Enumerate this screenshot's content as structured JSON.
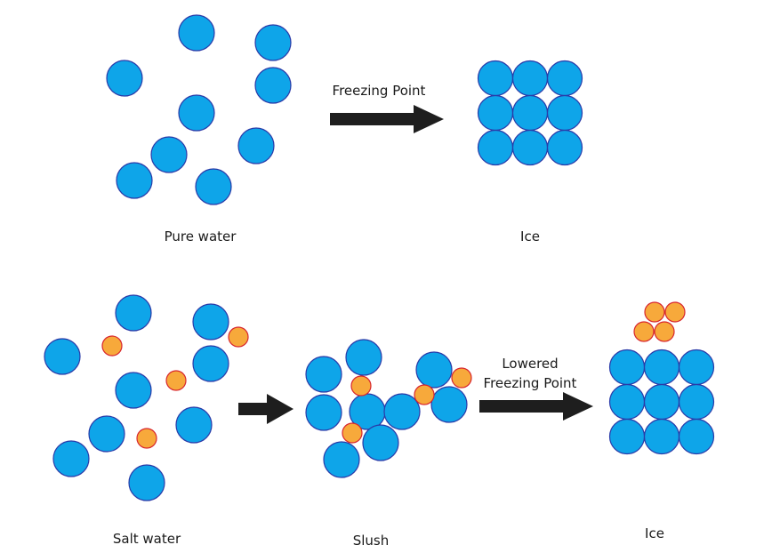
{
  "colors": {
    "water_fill": "#0ea5e9",
    "water_stroke": "#2a3aa8",
    "salt_fill": "#f7a93b",
    "salt_stroke": "#d8262e",
    "arrow": "#1e1e1e",
    "text": "#1a1a1a"
  },
  "top_row": {
    "left_label": "Pure water",
    "arrow_label": "Freezing Point",
    "right_label": "Ice"
  },
  "bottom_row": {
    "left_label": "Salt water",
    "middle_label": "Slush",
    "arrow_label_line1": "Lowered",
    "arrow_label_line2": "Freezing Point",
    "right_label": "Ice"
  },
  "legend_items": {
    "water_molecule_icon": "water-molecule",
    "salt_particle_icon": "salt-particle"
  }
}
